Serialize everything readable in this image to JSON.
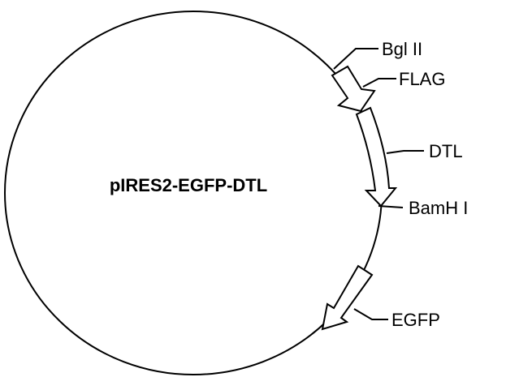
{
  "plasmid": {
    "name": "pIRES2-EGFP-DTL"
  },
  "features": [
    {
      "id": "bgl2",
      "label": "Bgl II",
      "kind": "site"
    },
    {
      "id": "flag",
      "label": "FLAG",
      "kind": "gene"
    },
    {
      "id": "dtl",
      "label": "DTL",
      "kind": "gene"
    },
    {
      "id": "bamh1",
      "label": "BamH I",
      "kind": "site"
    },
    {
      "id": "egfp",
      "label": "EGFP",
      "kind": "gene"
    }
  ],
  "colors": {
    "stroke": "#000000",
    "fill": "#ffffff"
  }
}
